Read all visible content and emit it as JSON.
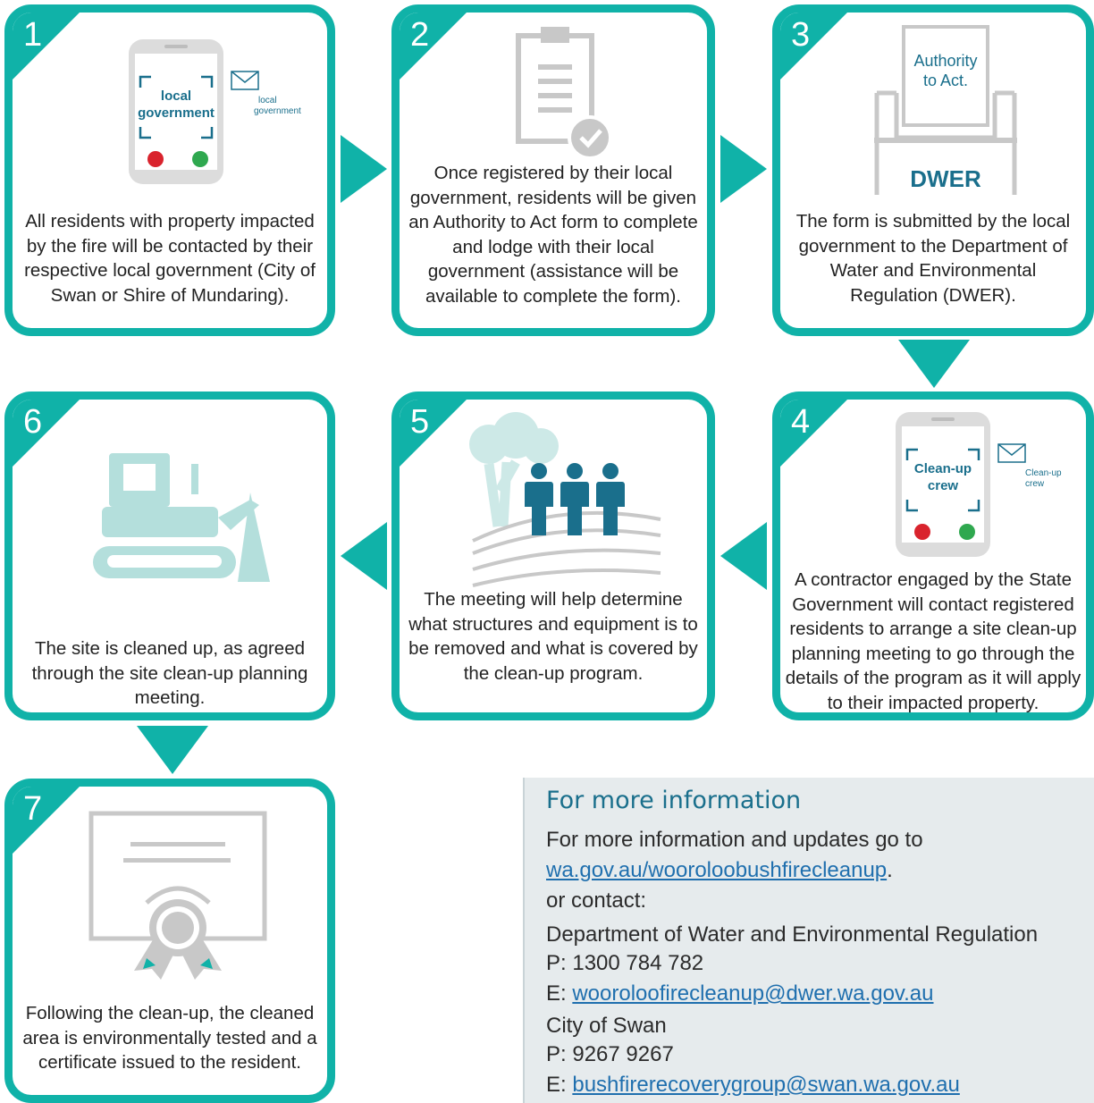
{
  "colors": {
    "accent": "#10b2a8",
    "dark_blue": "#1a6f8c",
    "info_bg": "#e6ebed"
  },
  "steps": [
    {
      "number": "1",
      "text": "All residents with property impacted by the fire will be contacted by their respective local government (City of Swan or Shire of Mundaring).",
      "phone_label": "local government",
      "mail_label": "local government"
    },
    {
      "number": "2",
      "text": "Once registered by their local government, residents will be given an Authority to Act form to complete and lodge with their local government (assistance will be available to complete the form)."
    },
    {
      "number": "3",
      "text": "The form is submitted by the local government to the Department of Water and Environmental Regulation (DWER).",
      "doc_label": "Authority to Act.",
      "box_label": "DWER"
    },
    {
      "number": "4",
      "text": "A contractor engaged by the State Government will contact registered residents to arrange a site clean-up planning meeting to go through the details of the program as it will apply to their impacted property.",
      "phone_label": "Clean-up crew",
      "mail_label": "Clean-up crew"
    },
    {
      "number": "5",
      "text": "The meeting will help determine what structures and equipment is to be removed and what is covered by the clean-up program."
    },
    {
      "number": "6",
      "text": "The site is cleaned up, as agreed through the site clean-up planning meeting."
    },
    {
      "number": "7",
      "text": "Following the clean-up, the cleaned area is environmentally tested and a certificate issued to the resident."
    }
  ],
  "info": {
    "title": "For more information",
    "intro": "For more information and updates go to",
    "link": "wa.gov.au/wooroloobushfirecleanup",
    "link_suffix": ".",
    "or_contact": "or contact:",
    "dept_name": "Department of Water and Environmental Regulation",
    "dept_phone": "P: 1300 784 782",
    "dept_email_prefix": "E: ",
    "dept_email": "wooroloofirecleanup@dwer.wa.gov.au",
    "city_name": "City of Swan",
    "city_phone": "P: 9267 9267",
    "city_email_prefix": "E: ",
    "city_email": "bushfirerecoverygroup@swan.wa.gov.au"
  }
}
